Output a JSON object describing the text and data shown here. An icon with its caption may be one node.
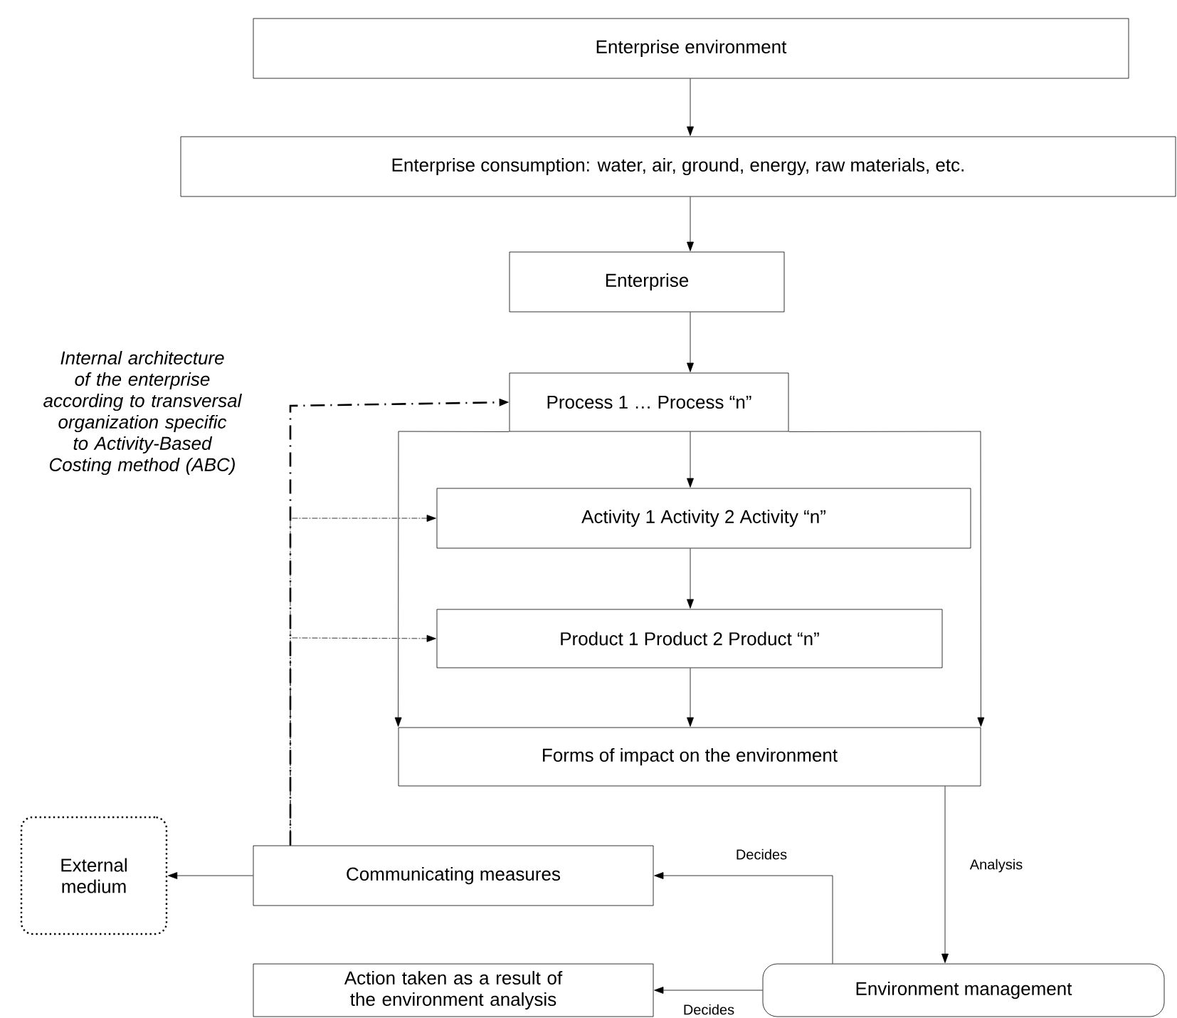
{
  "diagram": {
    "nodes": [
      {
        "text": [
          "Enterprise environment"
        ]
      },
      {
        "text": [
          "Enterprise consumption: water, air, ground, energy, raw materials, etc."
        ]
      },
      {
        "text": [
          "Enterprise"
        ]
      },
      {
        "text": [
          "Process 1 … Process “n”"
        ]
      },
      {
        "text": [
          "Activity 1 Activity 2 Activity “n”"
        ]
      },
      {
        "text": [
          "Product 1 Product 2 Product “n”"
        ]
      },
      {
        "text": [
          "Forms of impact on the environment"
        ]
      },
      {
        "text": [
          "External medium"
        ]
      },
      {
        "text": [
          "Communicating measures"
        ]
      },
      {
        "text": [
          "Action taken as a result of the environment analysis"
        ]
      },
      {
        "text": [
          "Environment management"
        ]
      }
    ],
    "edges": [
      {
        "from": 0,
        "to": 1,
        "arrow": "to"
      },
      {
        "from": 1,
        "to": 2,
        "arrow": "to"
      },
      {
        "from": 2,
        "to": 3,
        "arrow": "to"
      },
      {
        "from": 3,
        "to": 4,
        "arrow": "to"
      },
      {
        "from": 4,
        "to": 5,
        "arrow": "to"
      },
      {
        "from": 5,
        "to": 6,
        "arrow": "to"
      },
      {
        "from": 3,
        "to": 6,
        "arrow": "to"
      },
      {
        "from": 3,
        "to": 6,
        "arrow": "to"
      },
      {
        "from": 6,
        "to": 10,
        "arrow": "to",
        "label": "Analysis"
      },
      {
        "from": 10,
        "to": 8,
        "arrow": "to",
        "label": "Decides"
      },
      {
        "from": 10,
        "to": 9,
        "arrow": "to",
        "label": "Decides"
      },
      {
        "from": 8,
        "to": 7,
        "arrow": "to"
      },
      {
        "from": 8,
        "to": 3,
        "arrow": "to",
        "style": "dashed"
      },
      {
        "from": 8,
        "to": 4,
        "arrow": "to",
        "style": "dashed"
      },
      {
        "from": 8,
        "to": 5,
        "arrow": "to",
        "style": "dashed"
      }
    ],
    "labels": [
      "Internal architecture of the enterprise according to transversal organization specific to Activity-Based Costing method (ABC)"
    ]
  }
}
